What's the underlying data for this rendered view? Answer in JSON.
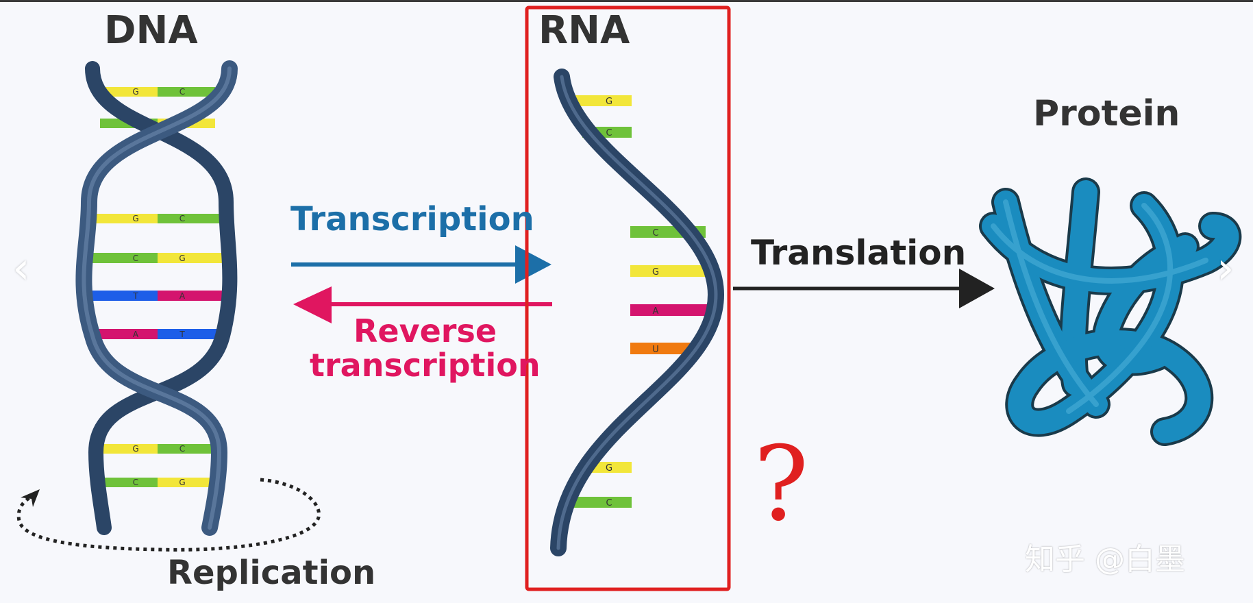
{
  "labels": {
    "dna": "DNA",
    "rna": "RNA",
    "protein": "Protein",
    "transcription": "Transcription",
    "reverse_line1": "Reverse",
    "reverse_line2": "transcription",
    "translation": "Translation",
    "replication": "Replication",
    "question": "?",
    "watermark": "知乎 @白墨"
  },
  "nav": {
    "prev": "‹",
    "next": "›"
  },
  "colors": {
    "helix": "#3c5a80",
    "helix_dark": "#2b4566",
    "transcription": "#1c6fa8",
    "reverse": "#e01660",
    "translation": "#222222",
    "highlight_box": "#e02020",
    "question": "#e02020",
    "protein": "#1a8cbf",
    "pair_green": "#6fc23a",
    "pair_yellow": "#f2e63a",
    "pair_blue": "#1d5ee8",
    "pair_magenta": "#d4146e",
    "pair_orange": "#f07a10"
  },
  "dna_pairs": [
    {
      "left": "G",
      "right": "C"
    },
    {
      "left": "C",
      "right": "G"
    },
    {
      "left": "G",
      "right": "C"
    },
    {
      "left": "C",
      "right": "G"
    },
    {
      "left": "T",
      "right": "A"
    },
    {
      "left": "A",
      "right": "T"
    },
    {
      "left": "G",
      "right": "C"
    },
    {
      "left": "C",
      "right": "G"
    }
  ],
  "rna_bases": [
    "G",
    "C",
    "C",
    "G",
    "A",
    "U",
    "G",
    "C"
  ]
}
